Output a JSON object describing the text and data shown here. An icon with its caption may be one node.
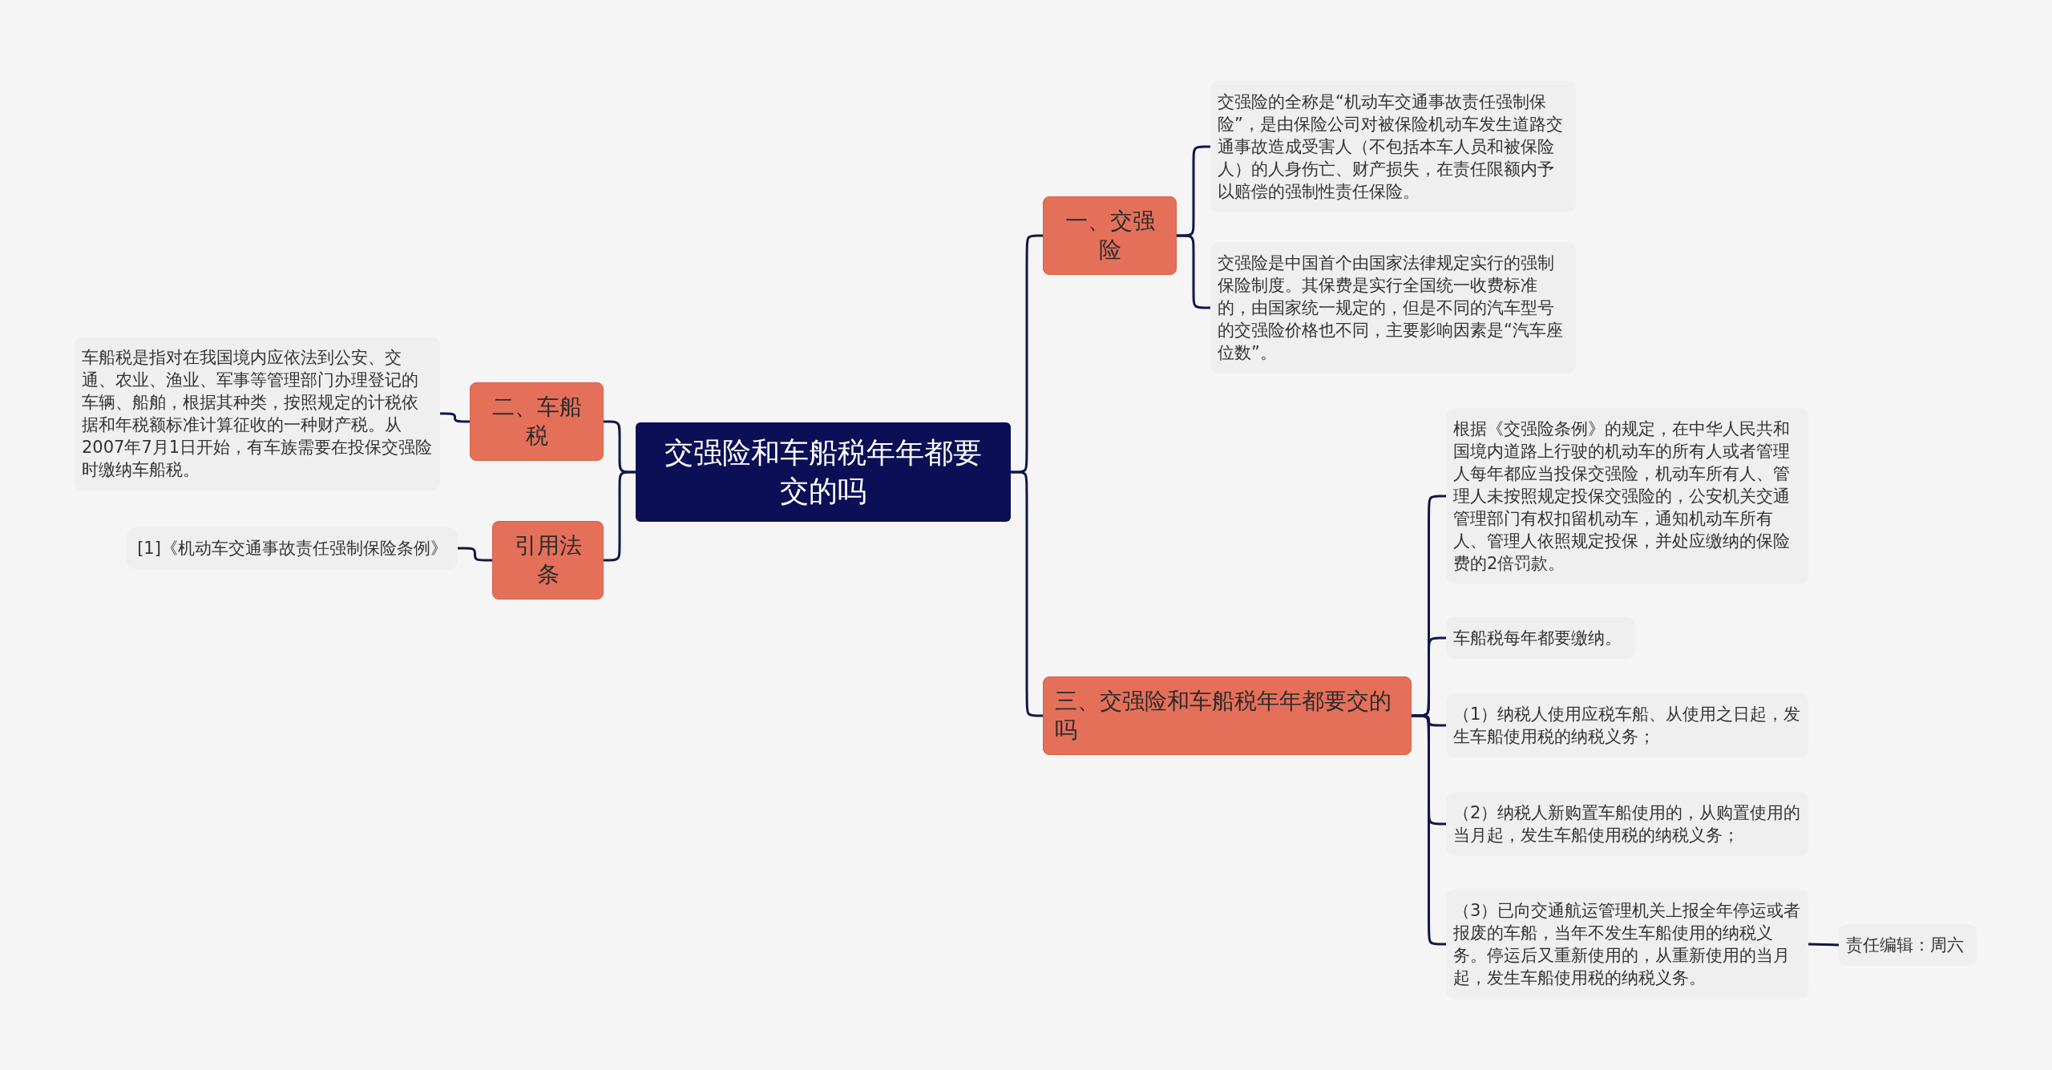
{
  "diagram": {
    "nodes": [
      {
        "text": [
          "交强险和车船税年年都要交的吗"
        ]
      },
      {
        "text": [
          "一、交强险"
        ]
      },
      {
        "text": [
          "交强险的全称是“机动车交通事故责任强制保险”，是由保险公司对被保险机动车发生道路交通事故造成受害人（不包括本车人员和被保险人）的人身伤亡、财产损失，在责任限额内予以赔偿的强制性责任保险。"
        ]
      },
      {
        "text": [
          "交强险是中国首个由国家法律规定实行的强制保险制度。其保费是实行全国统一收费标准的，由国家统一规定的，但是不同的汽车型号的交强险价格也不同，主要影响因素是“汽车座位数”。"
        ]
      },
      {
        "text": [
          "三、交强险和车船税年年都要交的吗"
        ]
      },
      {
        "text": [
          "根据《交强险条例》的规定，在中华人民共和国境内道路上行驶的机动车的所有人或者管理人每年都应当投保交强险，机动车所有人、管理人未按照规定投保交强险的，公安机关交通管理部门有权扣留机动车，通知机动车所有人、管理人依照规定投保，并处应缴纳的保险费的2倍罚款。"
        ]
      },
      {
        "text": [
          "车船税每年都要缴纳。"
        ]
      },
      {
        "text": [
          "（1）纳税人使用应税车船、从使用之日起，发生车船使用税的纳税义务；"
        ]
      },
      {
        "text": [
          "（2）纳税人新购置车船使用的，从购置使用的当月起，发生车船使用税的纳税义务；"
        ]
      },
      {
        "text": [
          "（3）已向交通航运管理机关上报全年停运或者报废的车船，当年不发生车船使用的纳税义务。停运后又重新使用的，从重新使用的当月起，发生车船使用税的纳税义务。"
        ]
      },
      {
        "text": [
          "责任编辑：周六"
        ]
      },
      {
        "text": [
          "二、车船税"
        ]
      },
      {
        "text": [
          "车船税是指对在我国境内应依法到公安、交通、农业、渔业、军事等管理部门办理登记的车辆、船舶，根据其种类，按照规定的计税依据和年税额标准计算征收的一种财产税。从2007年7月1日开始，有车族需要在投保交强险时缴纳车船税。"
        ]
      },
      {
        "text": [
          "引用法条"
        ]
      },
      {
        "text": [
          "[1]《机动车交通事故责任强制保险条例》"
        ]
      }
    ],
    "edges": [
      {
        "from": 0,
        "to": 1,
        "arrow": "none"
      },
      {
        "from": 1,
        "to": 2,
        "arrow": "none"
      },
      {
        "from": 1,
        "to": 3,
        "arrow": "none"
      },
      {
        "from": 0,
        "to": 4,
        "arrow": "none"
      },
      {
        "from": 4,
        "to": 5,
        "arrow": "none"
      },
      {
        "from": 4,
        "to": 6,
        "arrow": "none"
      },
      {
        "from": 4,
        "to": 7,
        "arrow": "none"
      },
      {
        "from": 4,
        "to": 8,
        "arrow": "none"
      },
      {
        "from": 4,
        "to": 9,
        "arrow": "none"
      },
      {
        "from": 9,
        "to": 10,
        "arrow": "none"
      },
      {
        "from": 0,
        "to": 11,
        "arrow": "none"
      },
      {
        "from": 11,
        "to": 12,
        "arrow": "none"
      },
      {
        "from": 0,
        "to": 13,
        "arrow": "none"
      },
      {
        "from": 13,
        "to": 14,
        "arrow": "none"
      }
    ]
  }
}
